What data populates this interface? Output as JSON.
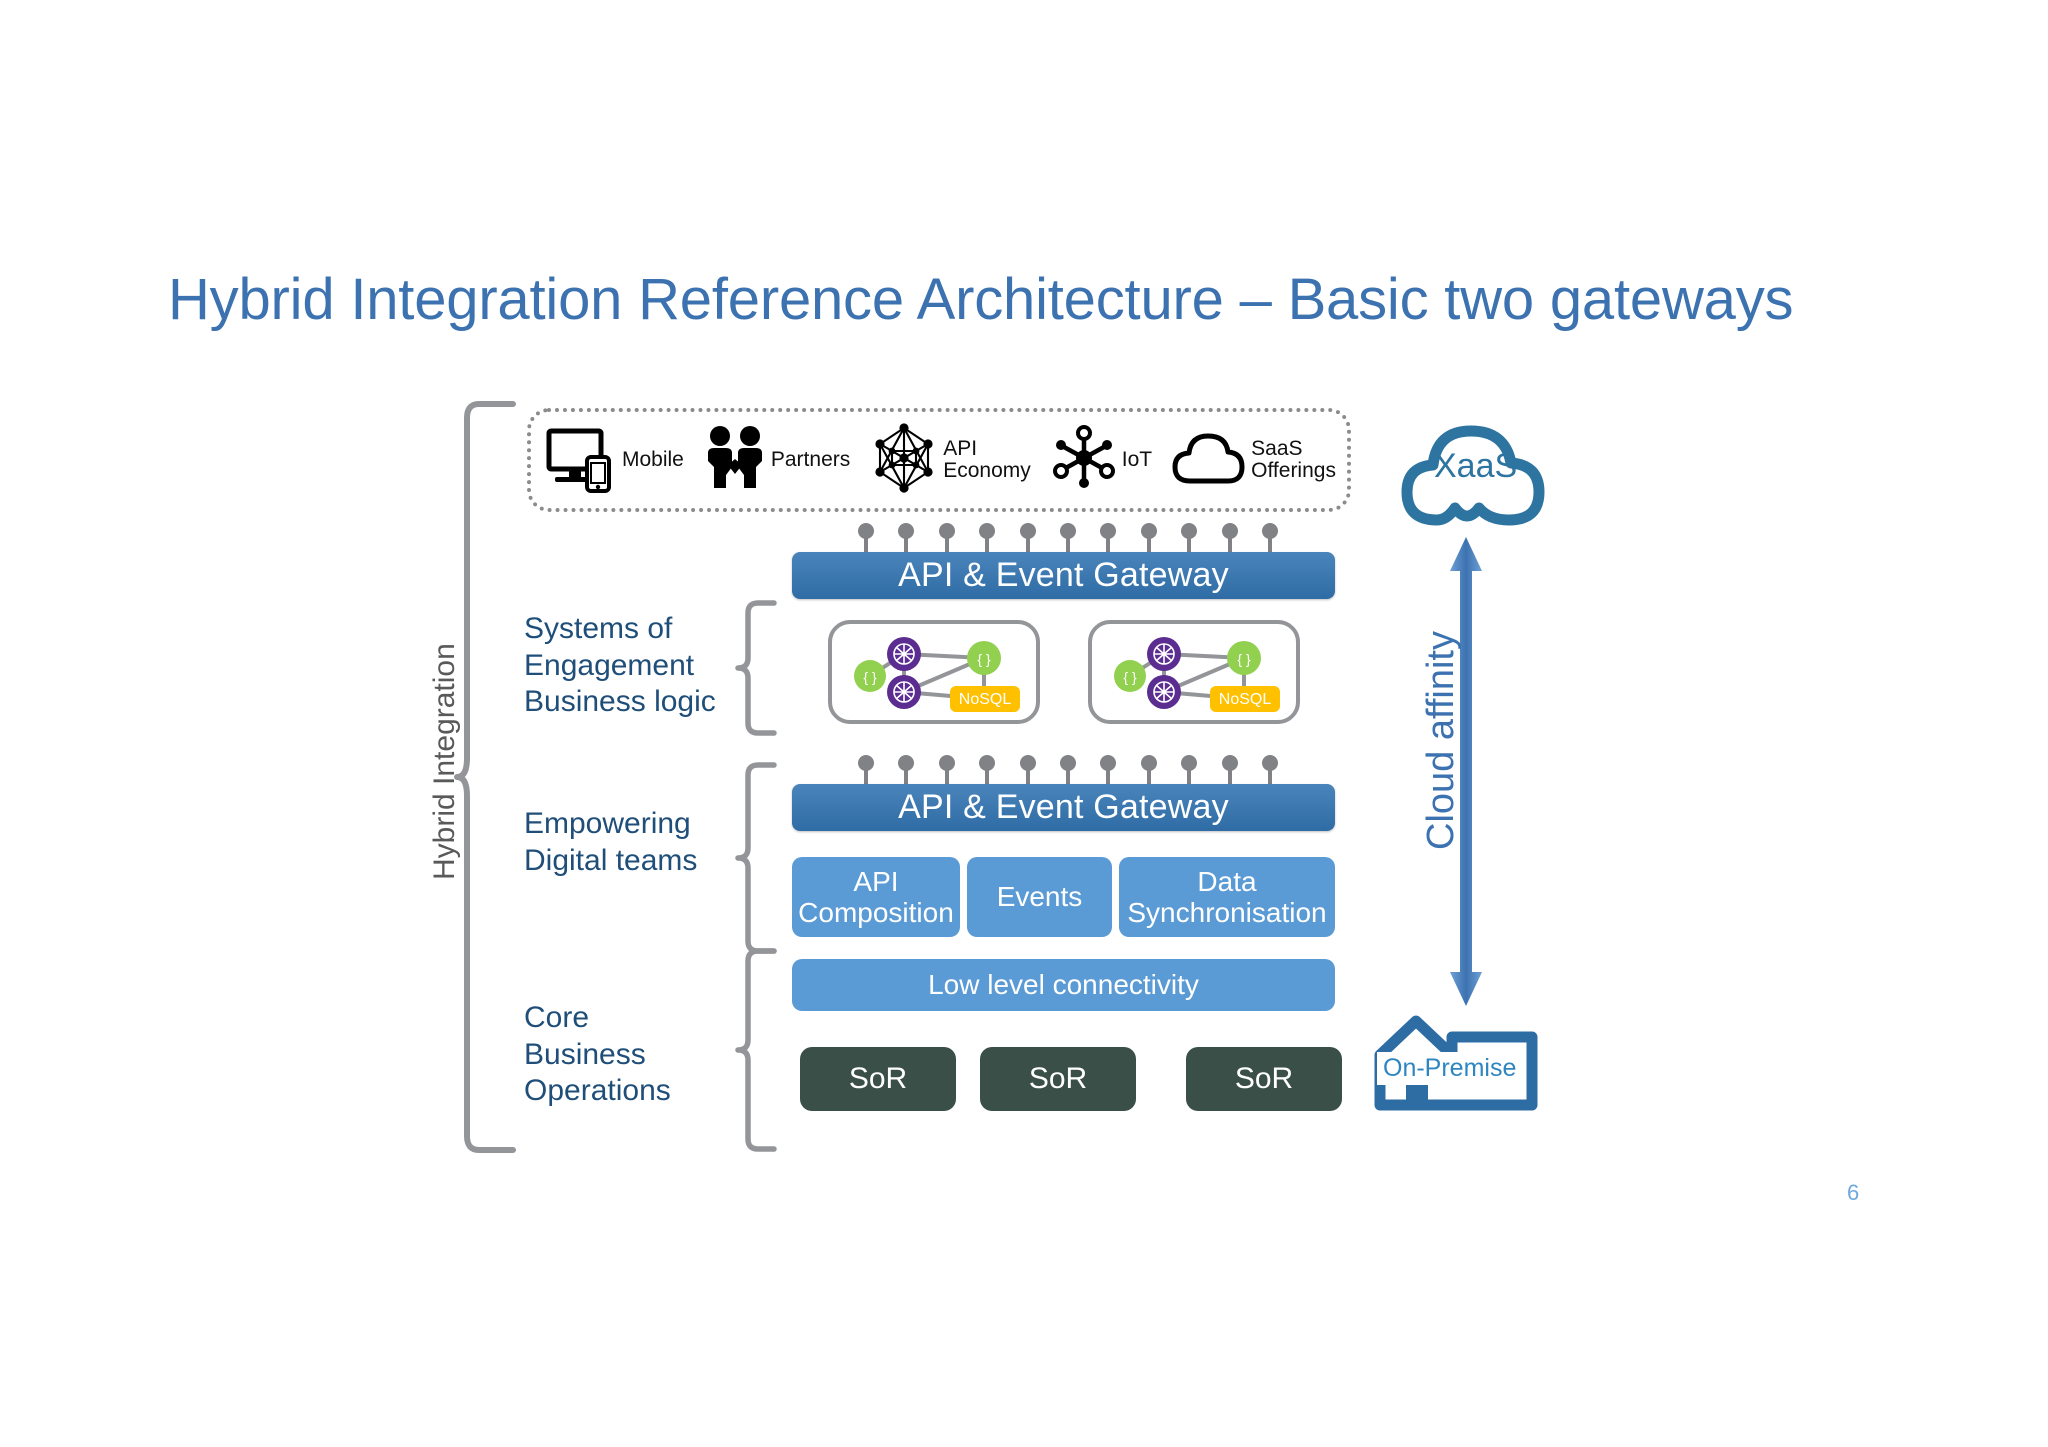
{
  "slide": {
    "title": "Hybrid Integration Reference Architecture – Basic two gateways",
    "page_number": "6",
    "title_color": "#3C72B0",
    "page_number_color": "#6FA8DC"
  },
  "channels": {
    "items": [
      {
        "icon": "monitor-phone-icon",
        "label": "Mobile"
      },
      {
        "icon": "handshake-people-icon",
        "label": "Partners"
      },
      {
        "icon": "network-mesh-icon",
        "label": "API\nEconomy"
      },
      {
        "icon": "iot-hub-icon",
        "label": "IoT"
      },
      {
        "icon": "cloud-outline-icon",
        "label": "SaaS\nOfferings"
      }
    ]
  },
  "gateways": {
    "top_label": "API & Event Gateway",
    "bottom_label": "API & Event Gateway",
    "pin_count": 11,
    "color": "#2f6ca5"
  },
  "clusters": {
    "nosql_label": "NoSQL",
    "code_node_label": "{ }",
    "node_green": "#92D050",
    "node_purple": "#5B2D90",
    "nosql_color": "#FFC000",
    "count": 2
  },
  "capabilities": {
    "boxes": [
      {
        "label": "API\nComposition"
      },
      {
        "label": "Events"
      },
      {
        "label": "Data\nSynchronisation"
      }
    ],
    "low_level": "Low level connectivity",
    "color": "#5B9BD5"
  },
  "sor": {
    "boxes": [
      "SoR",
      "SoR",
      "SoR"
    ],
    "color": "#3A4F47"
  },
  "tiers": [
    {
      "label": "Systems of\nEngagement\nBusiness logic"
    },
    {
      "label": "Empowering\nDigital teams"
    },
    {
      "label": "Core\nBusiness\nOperations"
    }
  ],
  "outer_bracket": {
    "label": "Hybrid Integration",
    "color": "#8b8b8b"
  },
  "right_column": {
    "xaas_label": "XaaS",
    "onprem_label": "On-Premise",
    "affinity_label": "Cloud affinity",
    "accent_color": "#2E74A0",
    "arrow_color": "#4A86C8"
  }
}
